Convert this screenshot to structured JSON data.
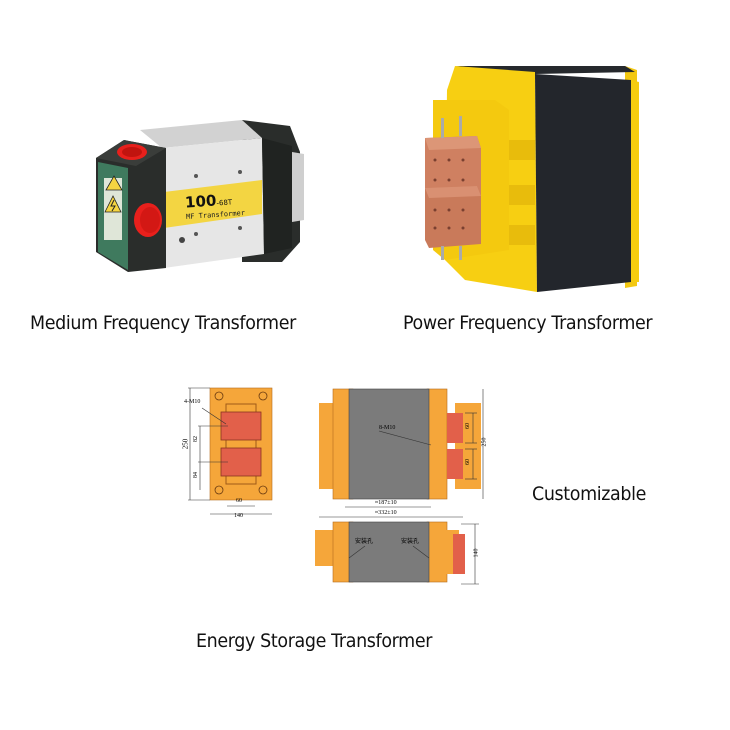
{
  "products": [
    {
      "id": "medium-frequency",
      "caption": "Medium Frequency Transformer",
      "label_model": "100",
      "label_suffix": "-68T",
      "label_name": "MF Transformer",
      "colors": {
        "body": "#2b2e2b",
        "plate": "#d9d9d9",
        "label": "#f5d542",
        "port": "#e8201c",
        "panel": "#3f7a5e"
      }
    },
    {
      "id": "power-frequency",
      "caption": "Power Frequency Transformer",
      "colors": {
        "frame": "#f7cf12",
        "core": "#23262c",
        "busbar": "#d08060"
      }
    },
    {
      "id": "energy-storage",
      "caption": "Energy Storage Transformer",
      "drawing": {
        "front_view": {
          "height": "250",
          "spacing_top": "82",
          "spacing_bottom": "84",
          "busbar_width": "60",
          "width": "140",
          "holes": "4-M10"
        },
        "side_view": {
          "holes": "8-M10",
          "busbar_1": "60",
          "busbar_2": "60",
          "height": "250",
          "core_length": "≈187±10",
          "total_length": "≈332±10"
        },
        "bottom_view": {
          "mount_label_1": "安装孔",
          "mount_label_2": "安装孔",
          "depth": "140"
        }
      },
      "colors": {
        "frame": "#f5a63a",
        "core": "#7b7b7b",
        "busbar": "#e2604a"
      }
    }
  ],
  "note": "Customizable"
}
